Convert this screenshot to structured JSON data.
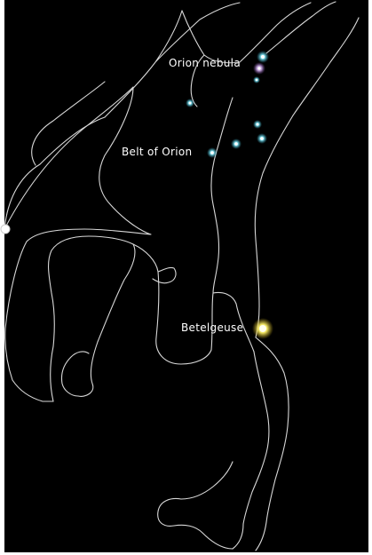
{
  "labels": {
    "orion_nebula": "Orion nebula",
    "belt_of_orion": "Belt of Orion",
    "betelgeuse": "Betelgeuse"
  },
  "colors": {
    "sky": "#000000",
    "outline": "#d8d8d8",
    "blue_star": "#7fe3f2",
    "nebula_star": "#c9a6e6",
    "betelgeuse_star": "#fff36a",
    "label_text": "#ffffff"
  },
  "icons": {
    "edge_handle": "circle-handle-icon"
  }
}
